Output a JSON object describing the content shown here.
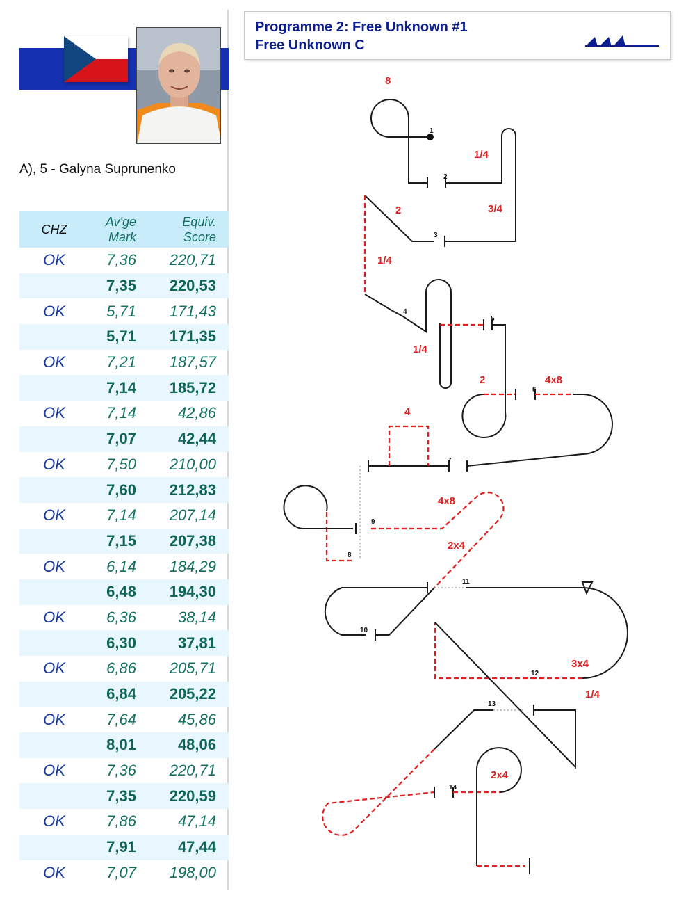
{
  "pilot": {
    "line": "A), 5 - Galyna Suprunenko",
    "flag_colors": {
      "white": "#ffffff",
      "red": "#d7141a",
      "blue": "#11457e"
    }
  },
  "table": {
    "headers": {
      "col1": "CHZ",
      "col2": "Av'ge\nMark",
      "col3": "Equiv.\nScore"
    },
    "rows": [
      {
        "c1": "OK",
        "c2": "7,36",
        "c3": "220,71"
      },
      {
        "c1": "",
        "c2": "7,35",
        "c3": "220,53"
      },
      {
        "c1": "OK",
        "c2": "5,71",
        "c3": "171,43"
      },
      {
        "c1": "",
        "c2": "5,71",
        "c3": "171,35"
      },
      {
        "c1": "OK",
        "c2": "7,21",
        "c3": "187,57"
      },
      {
        "c1": "",
        "c2": "7,14",
        "c3": "185,72"
      },
      {
        "c1": "OK",
        "c2": "7,14",
        "c3": "42,86"
      },
      {
        "c1": "",
        "c2": "7,07",
        "c3": "42,44"
      },
      {
        "c1": "OK",
        "c2": "7,50",
        "c3": "210,00"
      },
      {
        "c1": "",
        "c2": "7,60",
        "c3": "212,83"
      },
      {
        "c1": "OK",
        "c2": "7,14",
        "c3": "207,14"
      },
      {
        "c1": "",
        "c2": "7,15",
        "c3": "207,38"
      },
      {
        "c1": "OK",
        "c2": "6,14",
        "c3": "184,29"
      },
      {
        "c1": "",
        "c2": "6,48",
        "c3": "194,30"
      },
      {
        "c1": "OK",
        "c2": "6,36",
        "c3": "38,14"
      },
      {
        "c1": "",
        "c2": "6,30",
        "c3": "37,81"
      },
      {
        "c1": "OK",
        "c2": "6,86",
        "c3": "205,71"
      },
      {
        "c1": "",
        "c2": "6,84",
        "c3": "205,22"
      },
      {
        "c1": "OK",
        "c2": "7,64",
        "c3": "45,86"
      },
      {
        "c1": "",
        "c2": "8,01",
        "c3": "48,06"
      },
      {
        "c1": "OK",
        "c2": "7,36",
        "c3": "220,71"
      },
      {
        "c1": "",
        "c2": "7,35",
        "c3": "220,59"
      },
      {
        "c1": "OK",
        "c2": "7,86",
        "c3": "47,14"
      },
      {
        "c1": "",
        "c2": "7,91",
        "c3": "47,44"
      },
      {
        "c1": "OK",
        "c2": "7,07",
        "c3": "198,00"
      }
    ]
  },
  "programme": {
    "title": "Programme 2: Free Unknown #1",
    "subtitle": "Free Unknown C"
  },
  "diagram": {
    "roll_labels": [
      "8",
      "1/4",
      "3/4",
      "2",
      "1/4",
      "1/4",
      "2",
      "4x8",
      "4",
      "4x8",
      "2x4",
      "3x4",
      "1/4",
      "2x4"
    ],
    "figure_numbers": [
      "1",
      "2",
      "3",
      "4",
      "5",
      "6",
      "7",
      "8",
      "9",
      "10",
      "11",
      "12",
      "13",
      "14"
    ]
  }
}
